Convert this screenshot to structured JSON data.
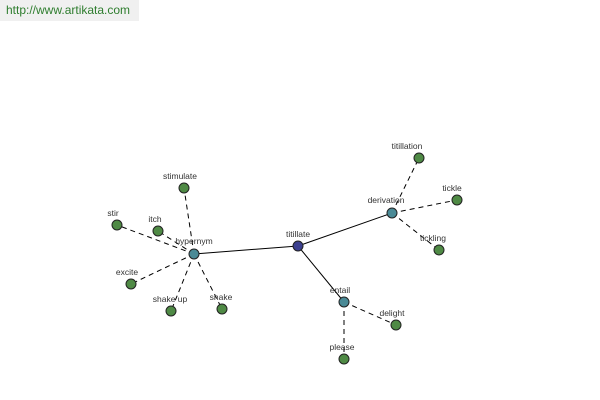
{
  "watermark": {
    "text": "http://www.artikata.com"
  },
  "colors": {
    "center_node": "#3b3f8f",
    "relation_node": "#4a8a96",
    "leaf_node": "#4f8a45",
    "watermark_text": "#2e7d2e"
  },
  "graph": {
    "nodes": [
      {
        "id": "titillate",
        "label": "titillate",
        "kind": "center"
      },
      {
        "id": "hypernym",
        "label": "hypernym",
        "kind": "relation"
      },
      {
        "id": "derivation",
        "label": "derivation",
        "kind": "relation"
      },
      {
        "id": "entail",
        "label": "entail",
        "kind": "relation"
      },
      {
        "id": "stir",
        "label": "stir",
        "kind": "leaf"
      },
      {
        "id": "itch",
        "label": "itch",
        "kind": "leaf"
      },
      {
        "id": "stimulate",
        "label": "stimulate",
        "kind": "leaf"
      },
      {
        "id": "excite",
        "label": "excite",
        "kind": "leaf"
      },
      {
        "id": "shake-up",
        "label": "shake up",
        "kind": "leaf"
      },
      {
        "id": "shake",
        "label": "shake",
        "kind": "leaf"
      },
      {
        "id": "titillation",
        "label": "titillation",
        "kind": "leaf"
      },
      {
        "id": "tickle",
        "label": "tickle",
        "kind": "leaf"
      },
      {
        "id": "tickling",
        "label": "tickling",
        "kind": "leaf"
      },
      {
        "id": "delight",
        "label": "delight",
        "kind": "leaf"
      },
      {
        "id": "please",
        "label": "please",
        "kind": "leaf"
      }
    ],
    "edges": [
      {
        "from": "titillate",
        "to": "hypernym",
        "style": "solid"
      },
      {
        "from": "titillate",
        "to": "derivation",
        "style": "solid"
      },
      {
        "from": "titillate",
        "to": "entail",
        "style": "solid"
      },
      {
        "from": "hypernym",
        "to": "stir",
        "style": "dashed"
      },
      {
        "from": "hypernym",
        "to": "itch",
        "style": "dashed"
      },
      {
        "from": "hypernym",
        "to": "stimulate",
        "style": "dashed"
      },
      {
        "from": "hypernym",
        "to": "excite",
        "style": "dashed"
      },
      {
        "from": "hypernym",
        "to": "shake-up",
        "style": "dashed"
      },
      {
        "from": "hypernym",
        "to": "shake",
        "style": "dashed"
      },
      {
        "from": "derivation",
        "to": "titillation",
        "style": "dashed"
      },
      {
        "from": "derivation",
        "to": "tickle",
        "style": "dashed"
      },
      {
        "from": "derivation",
        "to": "tickling",
        "style": "dashed"
      },
      {
        "from": "entail",
        "to": "delight",
        "style": "dashed"
      },
      {
        "from": "entail",
        "to": "please",
        "style": "dashed"
      }
    ]
  }
}
